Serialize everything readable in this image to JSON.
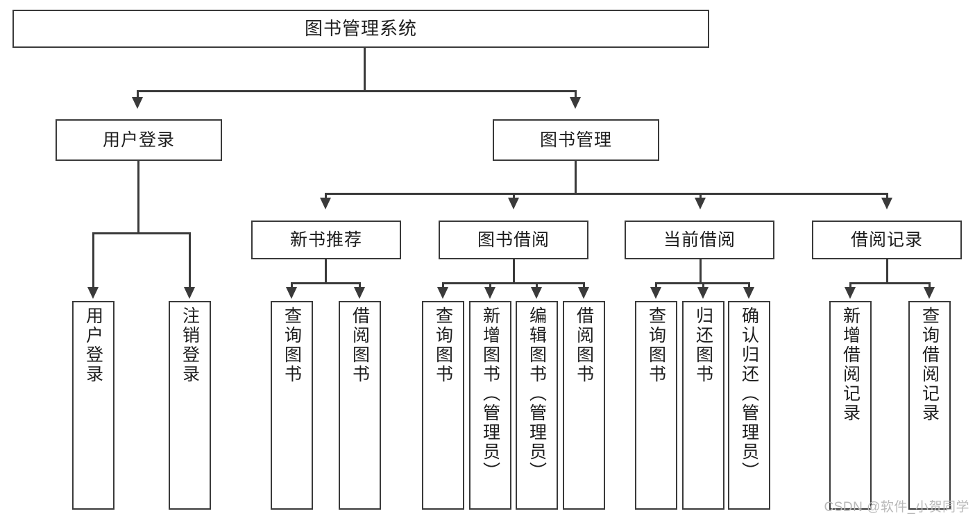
{
  "diagram": {
    "type": "tree-hierarchy",
    "title": "图书管理系统",
    "watermark": "CSDN @软件_小贺同学",
    "colors": {
      "stroke": "#3a3a3a",
      "fill": "#ffffff",
      "text": "#1d1d1d",
      "watermark": "#b9b9b9"
    },
    "levels": {
      "root": {
        "label": "图书管理系统"
      },
      "level2": [
        {
          "label": "用户登录"
        },
        {
          "label": "图书管理"
        }
      ],
      "level3": [
        {
          "label": "新书推荐"
        },
        {
          "label": "图书借阅"
        },
        {
          "label": "当前借阅"
        },
        {
          "label": "借阅记录"
        }
      ],
      "leaves": {
        "user_login": [
          {
            "label": "用户登录"
          },
          {
            "label": "注销登录"
          }
        ],
        "new_book_recommend": [
          {
            "label": "查询图书"
          },
          {
            "label": "借阅图书"
          }
        ],
        "book_borrow": [
          {
            "label": "查询图书"
          },
          {
            "label": "新增图书（管理员）"
          },
          {
            "label": "编辑图书（管理员）"
          },
          {
            "label": "借阅图书"
          }
        ],
        "current_borrow": [
          {
            "label": "查询图书"
          },
          {
            "label": "归还图书"
          },
          {
            "label": "确认归还（管理员）"
          }
        ],
        "borrow_record": [
          {
            "label": "新增借阅记录"
          },
          {
            "label": "查询借阅记录"
          }
        ]
      }
    }
  }
}
